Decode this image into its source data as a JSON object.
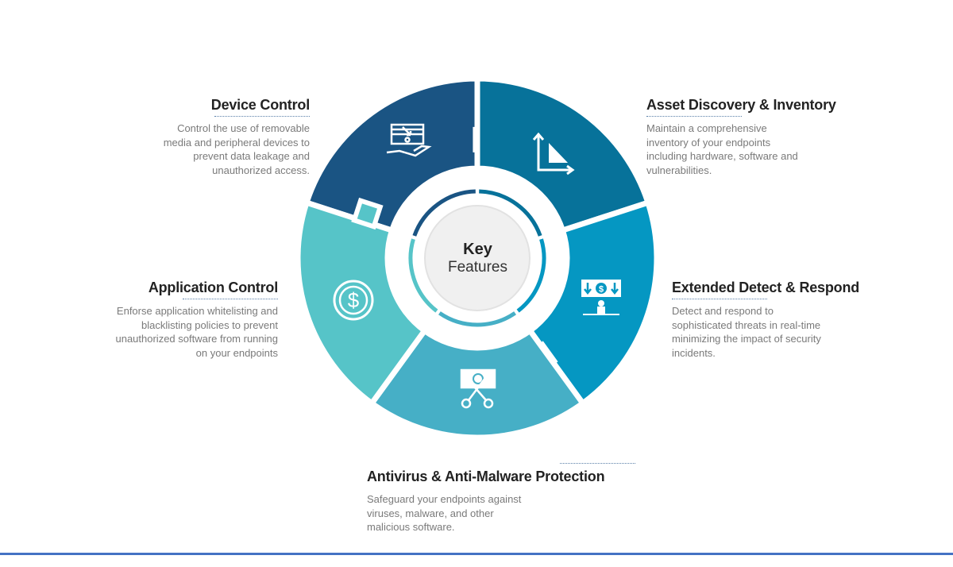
{
  "center": {
    "line1": "Key",
    "line2": "Features"
  },
  "colors": {
    "device_control": "#1a5483",
    "asset_discovery": "#07729a",
    "extended_detect": "#0597c2",
    "antivirus": "#46afc6",
    "application_control": "#56c4c8",
    "bottom_line": "#4472c4"
  },
  "features": [
    {
      "title": "Device Control",
      "icon": "hand-device-icon",
      "desc": [
        "Control the use of removable",
        "media and peripheral devices to",
        "prevent data leakage and",
        "unauthorized access."
      ]
    },
    {
      "title": "Asset Discovery & Inventory",
      "icon": "chart-axes-icon",
      "desc": [
        "Maintain a comprehensive",
        "inventory of your endpoints",
        "including hardware, software and",
        "vulnerabilities."
      ]
    },
    {
      "title": "Extended Detect & Respond",
      "icon": "person-screen-icon",
      "desc": [
        "Detect and respond to",
        "sophisticated threats in real-time",
        "minimizing the impact of security",
        "incidents."
      ]
    },
    {
      "title": "Antivirus & Anti-Malware Protection",
      "icon": "scissors-money-icon",
      "desc": [
        "Safeguard your endpoints against",
        "viruses, malware, and other",
        "malicious software."
      ]
    },
    {
      "title": "Application Control",
      "icon": "dollar-coin-icon",
      "desc": [
        "Enforse application whitelisting and",
        "blacklisting policies to prevent",
        "unauthorized software from running",
        "on your endpoints"
      ]
    }
  ]
}
